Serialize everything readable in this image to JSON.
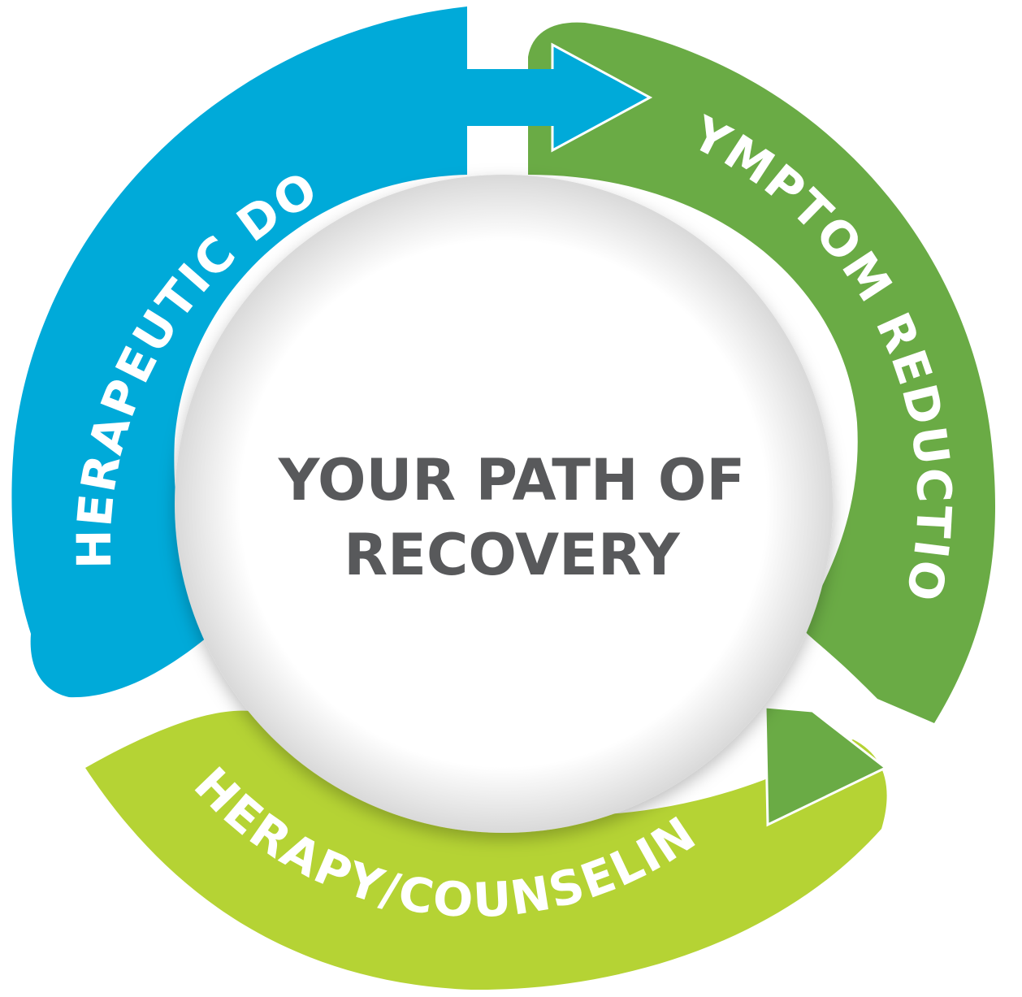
{
  "title": {
    "line1": "YOUR PATH OF",
    "line2": "RECOVERY"
  },
  "stages": [
    {
      "label": "THERAPEUTIC DOSE",
      "color": "#00aad9"
    },
    {
      "label": "SYMPTOM REDUCTION",
      "color": "#6aab45"
    },
    {
      "label": "THERAPY/COUNSELING",
      "color": "#b5d334"
    }
  ],
  "colors": {
    "title_text": "#58595b",
    "center_fill": "#ffffff",
    "stage_text": "#ffffff"
  }
}
